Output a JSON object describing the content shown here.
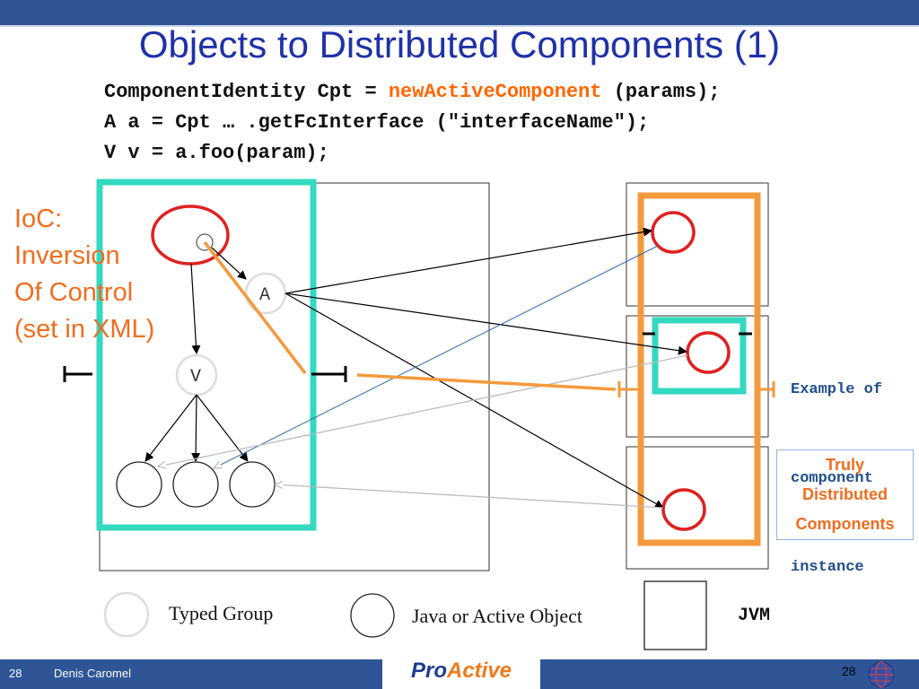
{
  "slide": {
    "title": "Objects to Distributed Components (1)",
    "code": {
      "line1_prefix": "ComponentIdentity Cpt = ",
      "line1_keyword": "newActiveComponent",
      "line1_suffix": " (params);",
      "line2": "A a = Cpt … .getFcInterface (\"interfaceName\");",
      "line3": "V v = a.foo(param);"
    },
    "ioc_label": [
      "IoC:",
      "Inversion",
      "Of Control",
      "(set in XML)"
    ],
    "example_label": [
      "Example of",
      "component",
      "instance"
    ],
    "truly_label": [
      "Truly",
      "Distributed",
      "Components"
    ],
    "nodes": {
      "a_label": "A",
      "v_label": "V"
    },
    "legend": {
      "typed_group": "Typed Group",
      "java_object": "Java or Active Object",
      "jvm": "JVM"
    },
    "colors": {
      "title": "#1f31a8",
      "accent_orange": "#f39a3c",
      "teal": "#33d9c0",
      "red_circle": "#e02020",
      "footer_bar": "#2f5597"
    }
  },
  "footer": {
    "slide_number": "28",
    "author": "Denis Caromel",
    "logo_pro": "Pro",
    "logo_active": "Active",
    "page_number": "28"
  }
}
